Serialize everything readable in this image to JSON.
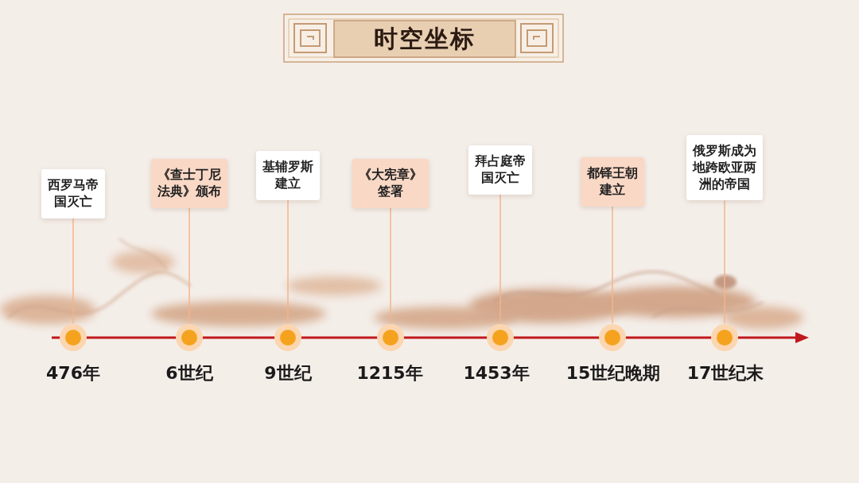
{
  "diagram": {
    "title": "时空坐标",
    "nodes": [
      {
        "text": [
          "西罗马帝国灭亡"
        ]
      },
      {
        "text": [
          "《查士丁尼法典》颁布"
        ]
      },
      {
        "text": [
          "基辅罗斯建立"
        ]
      },
      {
        "text": [
          "《大宪章》签署"
        ]
      },
      {
        "text": [
          "拜占庭帝国灭亡"
        ]
      },
      {
        "text": [
          "都铎王朝建立"
        ]
      },
      {
        "text": [
          "俄罗斯成为地跨欧亚两洲的帝国"
        ]
      }
    ],
    "labels": [
      "476年",
      "6世纪",
      "9世纪",
      "1215年",
      "1453年",
      "15世纪晚期",
      "17世纪末"
    ]
  }
}
